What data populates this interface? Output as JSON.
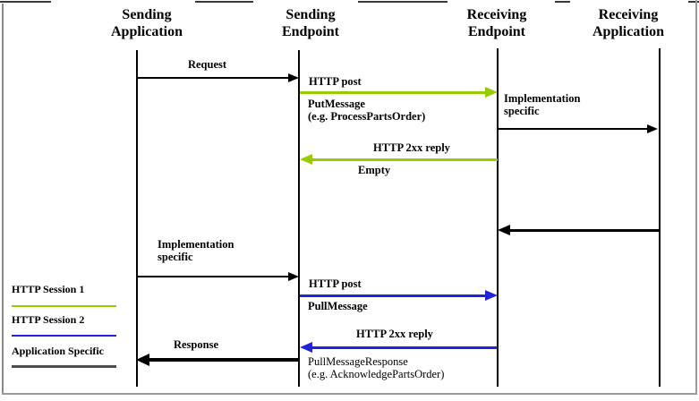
{
  "colors": {
    "http_session1": "#99cc00",
    "http_session2": "#2222dd",
    "application_specific": "#4d4d4d"
  },
  "actors": {
    "sending_application": "Sending\nApplication",
    "sending_endpoint": "Sending\nEndpoint",
    "receiving_endpoint": "Receiving\nEndpoint",
    "receiving_application": "Receiving\nApplication"
  },
  "messages": {
    "request": "Request",
    "http_post_1": "HTTP post",
    "put_message": "PutMessage\n(e.g. ProcessPartsOrder)",
    "impl_specific_right": "Implementation\nspecific",
    "http_2xx_reply_1": "HTTP 2xx reply",
    "empty": "Empty",
    "impl_specific_left": "Implementation\nspecific",
    "http_post_2": "HTTP post",
    "pull_message": "PullMessage",
    "http_2xx_reply_2": "HTTP 2xx reply",
    "response": "Response",
    "pull_message_response": "PullMessageResponse\n(e.g. AcknowledgePartsOrder)"
  },
  "legend": {
    "session1": "HTTP Session 1",
    "session2": "HTTP Session 2",
    "app_specific": "Application Specific"
  }
}
